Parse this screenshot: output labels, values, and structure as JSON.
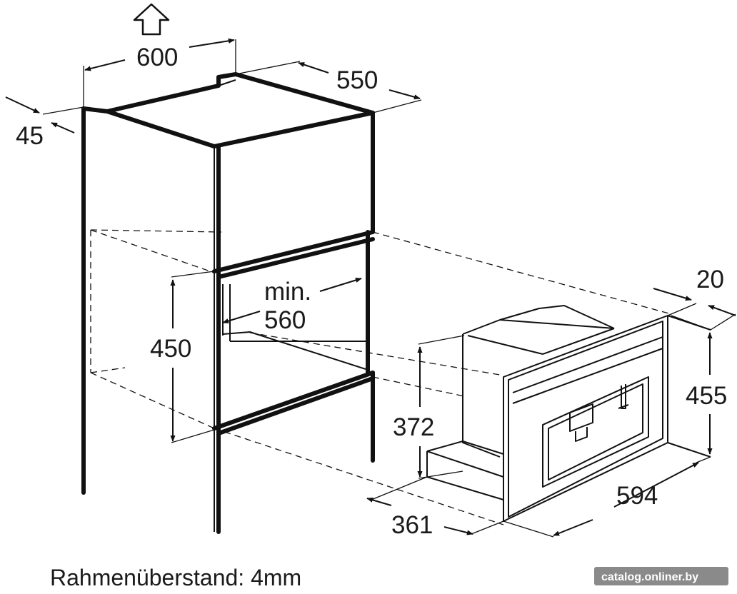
{
  "dimensions": {
    "cabinet_width": "600",
    "cabinet_depth": "550",
    "cabinet_inset": "45",
    "niche_min_label": "min.",
    "niche_min_value": "560",
    "niche_height": "450",
    "frame_overhang": "20",
    "appliance_height": "455",
    "appliance_body_height": "372",
    "appliance_width": "594",
    "appliance_depth": "361"
  },
  "caption": "Rahmenüberstand: 4mm",
  "watermark": "catalog.onliner.by",
  "icons": {
    "top_arrow": "up-arrow-icon"
  }
}
